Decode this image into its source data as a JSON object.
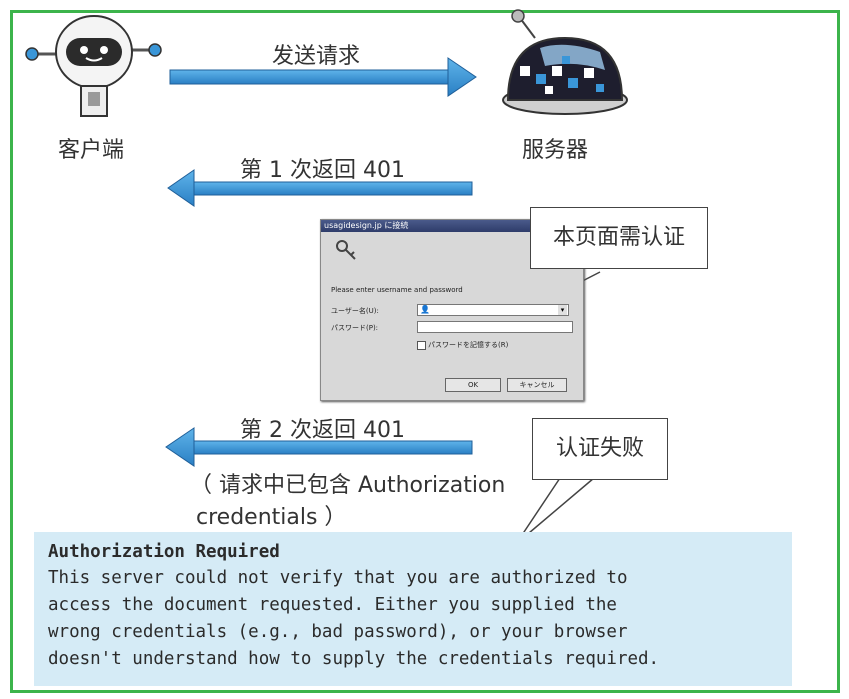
{
  "client": {
    "label": "客户端"
  },
  "server": {
    "label": "服务器"
  },
  "arrows": {
    "request": "发送请求",
    "first_401": "第 1 次返回 401",
    "second_401": "第 2 次返回 401",
    "second_401_note_line1": "（ 请求中已包含 Authorization",
    "second_401_note_line2": "credentials ）"
  },
  "callouts": {
    "auth_needed": "本页面需认证",
    "auth_failed": "认证失败"
  },
  "dialog": {
    "title": "usagidesign.jp に接続",
    "prompt": "Please enter username and password",
    "username_label": "ユーザー名(U):",
    "password_label": "パスワード(P):",
    "remember_label": "パスワードを記憶する(R)",
    "ok_label": "OK",
    "cancel_label": "キャンセル"
  },
  "error": {
    "title": "Authorization Required",
    "line1": "This server could not verify that you are authorized to",
    "line2": "access the document requested. Either you supplied the",
    "line3": "wrong credentials (e.g., bad password), or your browser",
    "line4": "doesn't understand how to supply the credentials required."
  },
  "colors": {
    "frame": "#3cb44b",
    "arrow": "#3a96d8",
    "error_bg": "#d5ebf6"
  }
}
